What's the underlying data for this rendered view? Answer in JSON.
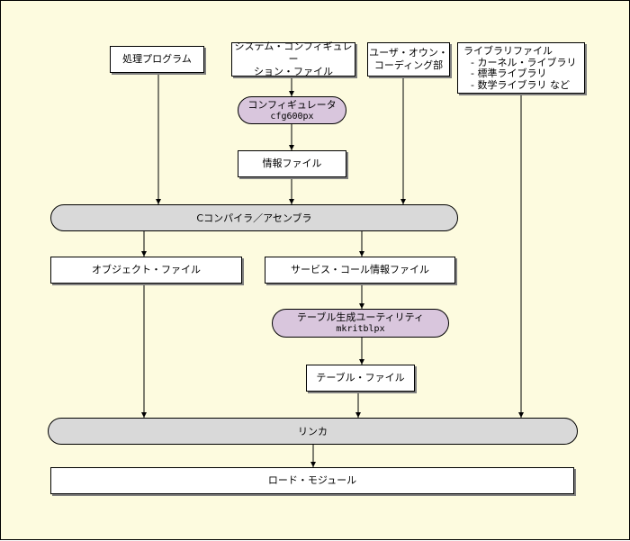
{
  "diagram": {
    "inputs": {
      "processing_program": "処理プログラム",
      "system_config_file": [
        "システム・コンフィギュレー",
        "ション・ファイル"
      ],
      "user_own_coding": [
        "ユーザ・オウン・",
        "コーディング部"
      ],
      "library_file": {
        "title": "ライブラリファイル",
        "items": [
          "- カーネル・ライブラリ",
          "- 標準ライブラリ",
          "- 数学ライブラリ など"
        ]
      }
    },
    "configurator": {
      "name": "コンフィギュレータ",
      "command": "cfg600px"
    },
    "info_file": "情報ファイル",
    "compiler": "Cコンパイラ／アセンブラ",
    "object_file": "オブジェクト・ファイル",
    "service_call_info_file": "サービス・コール情報ファイル",
    "table_utility": {
      "name": "テーブル生成ユーティリティ",
      "command": "mkritblpx"
    },
    "table_file": "テーブル・ファイル",
    "linker": "リンカ",
    "load_module": "ロード・モジュール"
  },
  "colors": {
    "background": "#fdfbdf",
    "tool_fill": "#d9c6dd",
    "process_fill": "#d9d9d9",
    "box_fill": "#ffffff"
  }
}
